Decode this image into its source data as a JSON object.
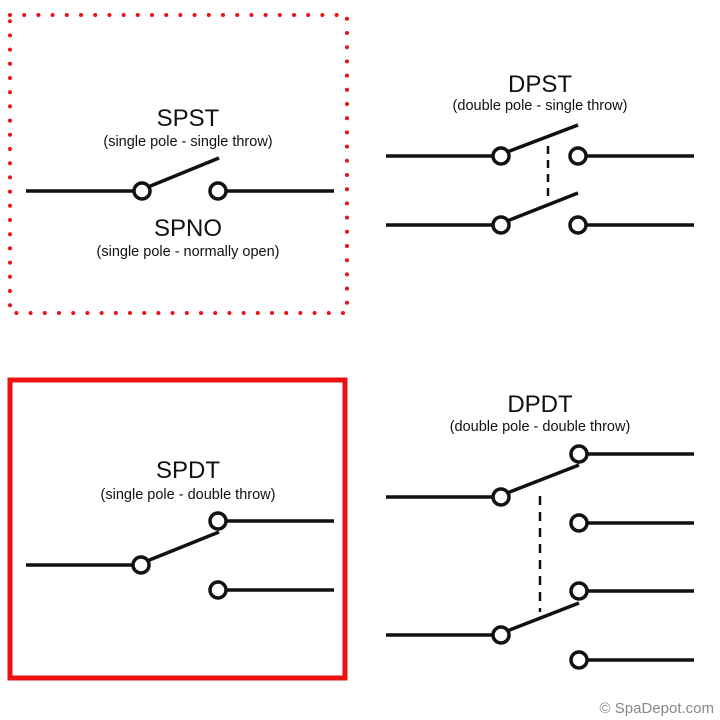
{
  "colors": {
    "accent": "#ee1111",
    "ink": "#111111",
    "muted": "#888888"
  },
  "panels": {
    "spst": {
      "title": "SPST",
      "subtitle": "(single pole - single throw)",
      "alt_title": "SPNO",
      "alt_subtitle": "(single pole - normally open)",
      "border": "dotted"
    },
    "dpst": {
      "title": "DPST",
      "subtitle": "(double pole - single throw)"
    },
    "spdt": {
      "title": "SPDT",
      "subtitle": "(single pole - double throw)",
      "border": "solid"
    },
    "dpdt": {
      "title": "DPDT",
      "subtitle": "(double pole - double throw)"
    }
  },
  "copyright": "© SpaDepot.com"
}
